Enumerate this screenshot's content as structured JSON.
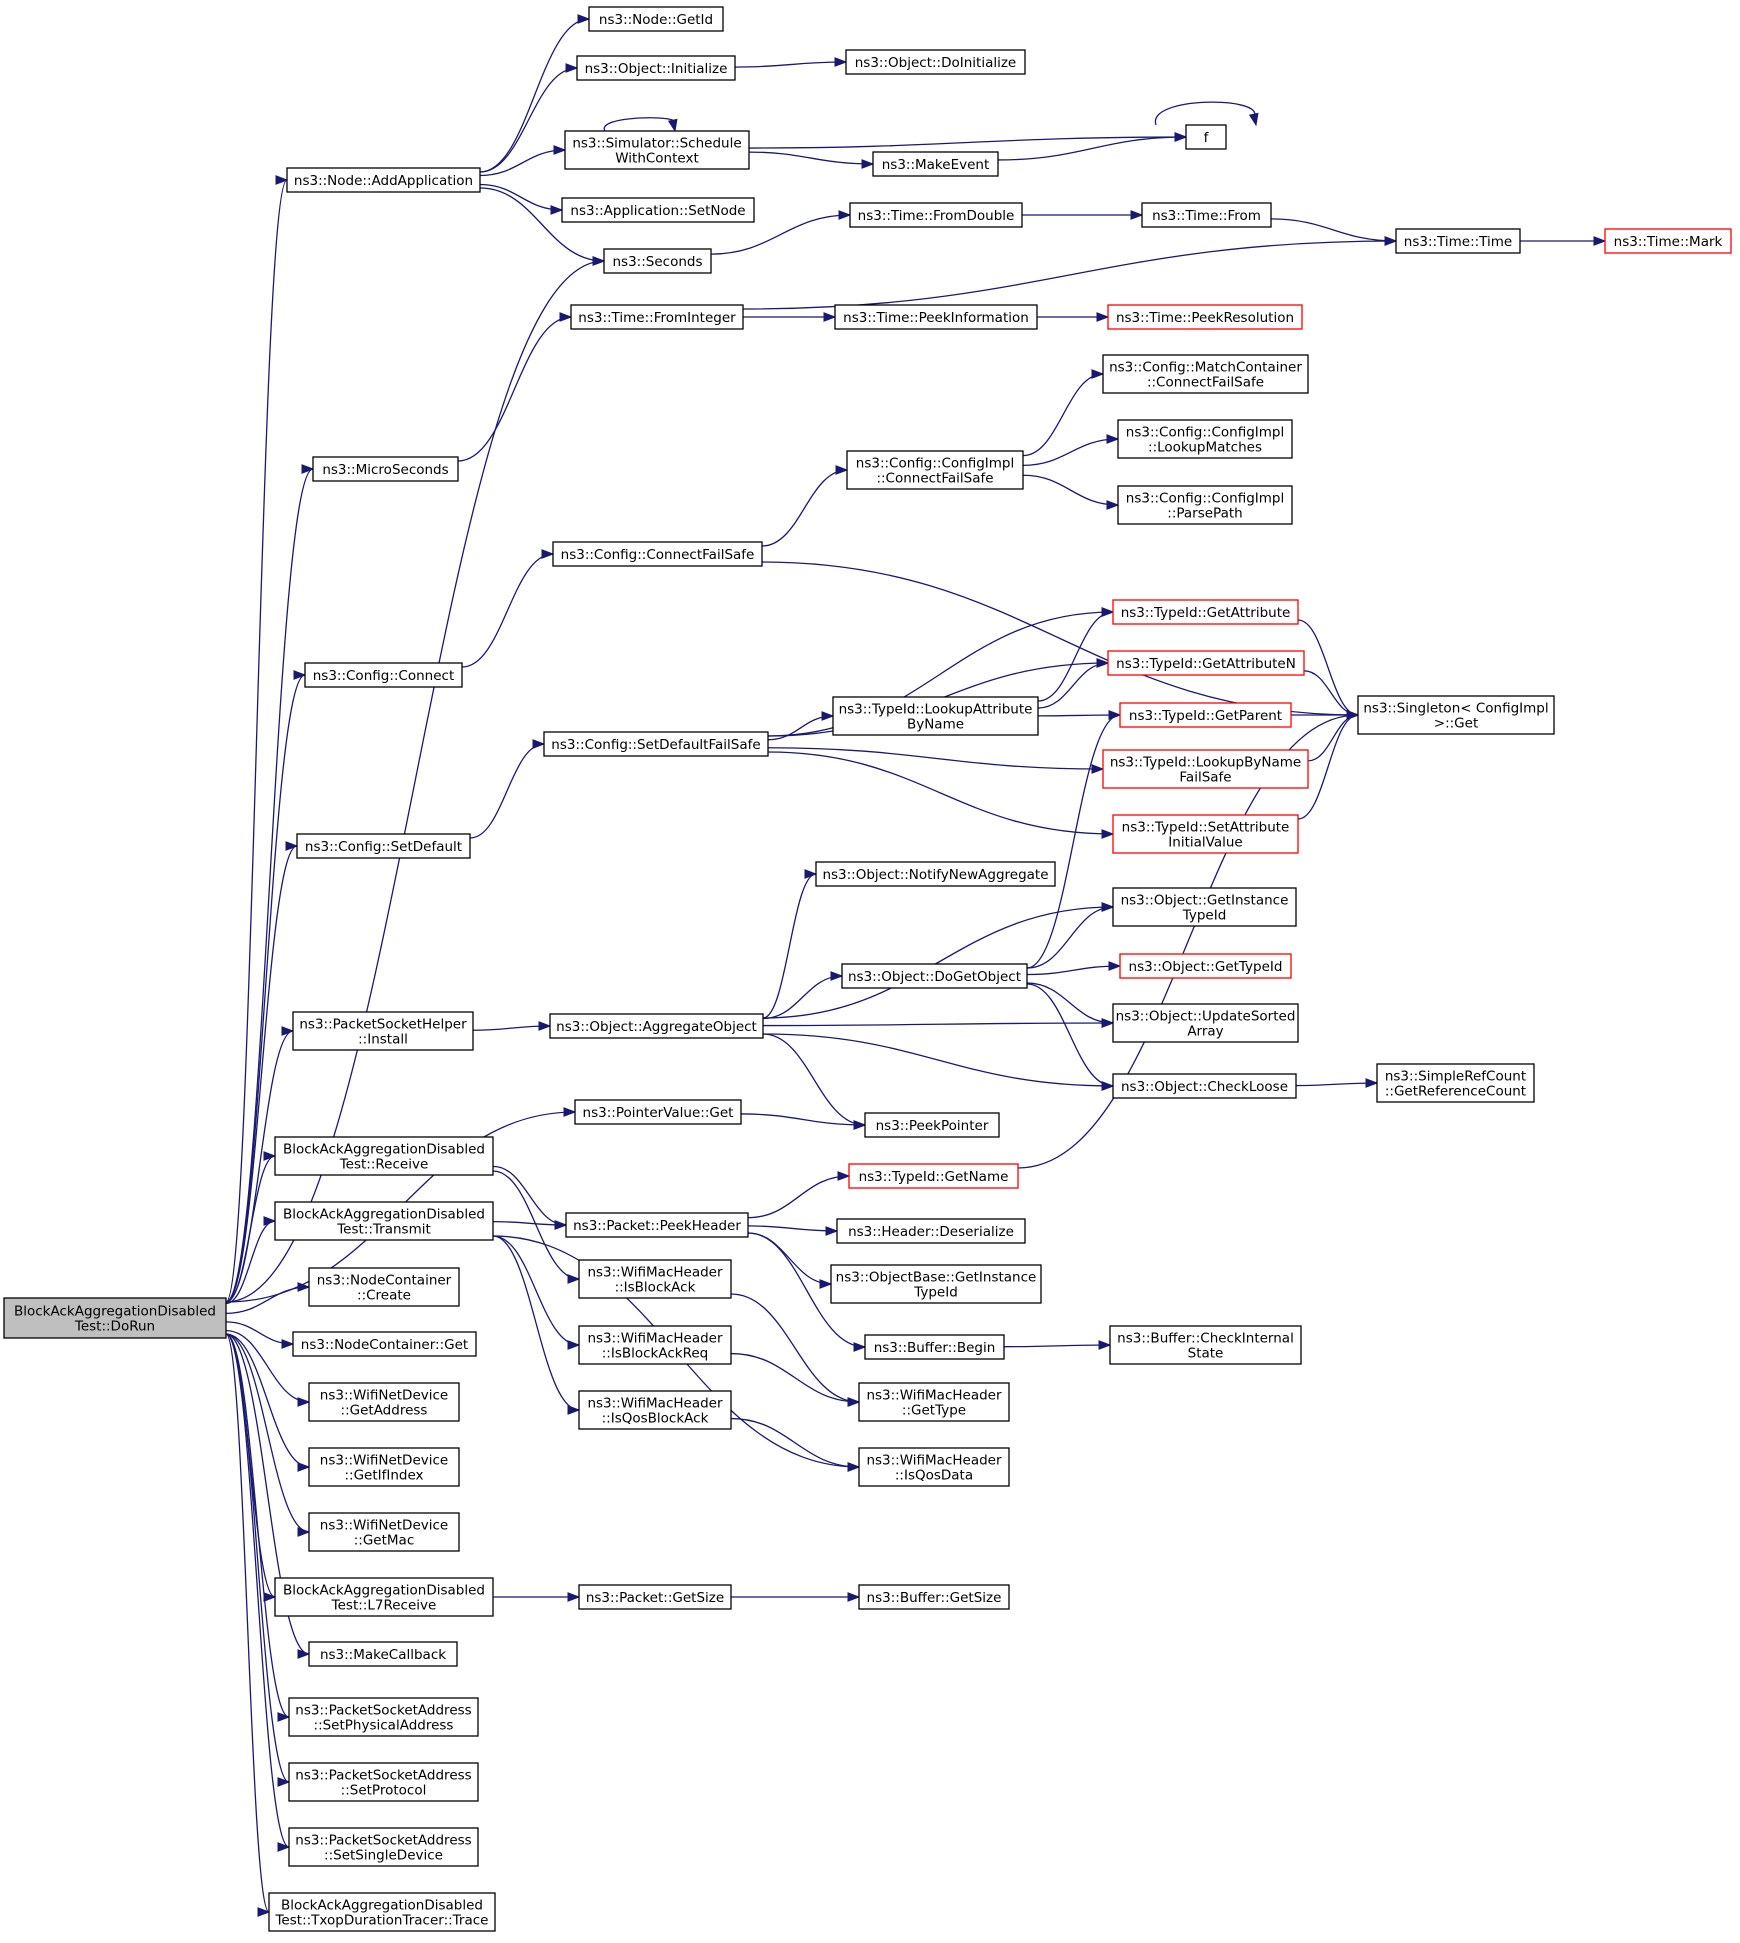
{
  "diagram": {
    "edge_color": "#191970",
    "truncated_node_color": "#ff0000",
    "root_fill": "#bfbfbf",
    "nodes": [
      {
        "id": "dorun",
        "lines": [
          "BlockAckAggregationDisabled",
          "Test::DoRun"
        ],
        "root": true
      },
      {
        "id": "addapp",
        "lines": [
          "ns3::Node::AddApplication"
        ]
      },
      {
        "id": "getid",
        "lines": [
          "ns3::Node::GetId"
        ]
      },
      {
        "id": "objinit",
        "lines": [
          "ns3::Object::Initialize"
        ]
      },
      {
        "id": "doinit",
        "lines": [
          "ns3::Object::DoInitialize"
        ]
      },
      {
        "id": "schedwc",
        "lines": [
          "ns3::Simulator::Schedule",
          "WithContext"
        ]
      },
      {
        "id": "f",
        "lines": [
          "f"
        ]
      },
      {
        "id": "makeevent",
        "lines": [
          "ns3::MakeEvent"
        ]
      },
      {
        "id": "setnode",
        "lines": [
          "ns3::Application::SetNode"
        ]
      },
      {
        "id": "seconds",
        "lines": [
          "ns3::Seconds"
        ]
      },
      {
        "id": "fromdouble",
        "lines": [
          "ns3::Time::FromDouble"
        ]
      },
      {
        "id": "timefrom",
        "lines": [
          "ns3::Time::From"
        ]
      },
      {
        "id": "timetime",
        "lines": [
          "ns3::Time::Time"
        ]
      },
      {
        "id": "timemark",
        "lines": [
          "ns3::Time::Mark"
        ],
        "red": true
      },
      {
        "id": "frominteger",
        "lines": [
          "ns3::Time::FromInteger"
        ]
      },
      {
        "id": "peekinfo",
        "lines": [
          "ns3::Time::PeekInformation"
        ]
      },
      {
        "id": "peekres",
        "lines": [
          "ns3::Time::PeekResolution"
        ],
        "red": true
      },
      {
        "id": "microseconds",
        "lines": [
          "ns3::MicroSeconds"
        ]
      },
      {
        "id": "matchcont",
        "lines": [
          "ns3::Config::MatchContainer",
          "::ConnectFailSafe"
        ]
      },
      {
        "id": "lookupmatches",
        "lines": [
          "ns3::Config::ConfigImpl",
          "::LookupMatches"
        ]
      },
      {
        "id": "cfgimplcfs",
        "lines": [
          "ns3::Config::ConfigImpl",
          "::ConnectFailSafe"
        ]
      },
      {
        "id": "parsepath",
        "lines": [
          "ns3::Config::ConfigImpl",
          "::ParsePath"
        ]
      },
      {
        "id": "cfgcfs",
        "lines": [
          "ns3::Config::ConnectFailSafe"
        ]
      },
      {
        "id": "cfgconnect",
        "lines": [
          "ns3::Config::Connect"
        ]
      },
      {
        "id": "getattr",
        "lines": [
          "ns3::TypeId::GetAttribute"
        ],
        "red": true
      },
      {
        "id": "getattrn",
        "lines": [
          "ns3::TypeId::GetAttributeN"
        ],
        "red": true
      },
      {
        "id": "singleton",
        "lines": [
          "ns3::Singleton< ConfigImpl",
          ">::Get"
        ]
      },
      {
        "id": "lookupattr",
        "lines": [
          "ns3::TypeId::LookupAttribute",
          "ByName"
        ]
      },
      {
        "id": "getparent",
        "lines": [
          "ns3::TypeId::GetParent"
        ],
        "red": true
      },
      {
        "id": "setdeffs",
        "lines": [
          "ns3::Config::SetDefaultFailSafe"
        ]
      },
      {
        "id": "lookupbyname",
        "lines": [
          "ns3::TypeId::LookupByName",
          "FailSafe"
        ],
        "red": true
      },
      {
        "id": "setattrinit",
        "lines": [
          "ns3::TypeId::SetAttribute",
          "InitialValue"
        ],
        "red": true
      },
      {
        "id": "setdefault",
        "lines": [
          "ns3::Config::SetDefault"
        ]
      },
      {
        "id": "notifyagg",
        "lines": [
          "ns3::Object::NotifyNewAggregate"
        ]
      },
      {
        "id": "getinsttid",
        "lines": [
          "ns3::Object::GetInstance",
          "TypeId"
        ]
      },
      {
        "id": "dogetobj",
        "lines": [
          "ns3::Object::DoGetObject"
        ]
      },
      {
        "id": "gettypeid",
        "lines": [
          "ns3::Object::GetTypeId"
        ],
        "red": true
      },
      {
        "id": "psinstall",
        "lines": [
          "ns3::PacketSocketHelper",
          "::Install"
        ]
      },
      {
        "id": "aggobj",
        "lines": [
          "ns3::Object::AggregateObject"
        ]
      },
      {
        "id": "updsorted",
        "lines": [
          "ns3::Object::UpdateSorted",
          "Array"
        ]
      },
      {
        "id": "checkloose",
        "lines": [
          "ns3::Object::CheckLoose"
        ]
      },
      {
        "id": "getrefcount",
        "lines": [
          "ns3::SimpleRefCount",
          "::GetReferenceCount"
        ]
      },
      {
        "id": "ptrget",
        "lines": [
          "ns3::PointerValue::Get"
        ]
      },
      {
        "id": "peekptr",
        "lines": [
          "ns3::PeekPointer"
        ]
      },
      {
        "id": "receive",
        "lines": [
          "BlockAckAggregationDisabled",
          "Test::Receive"
        ]
      },
      {
        "id": "getname",
        "lines": [
          "ns3::TypeId::GetName"
        ],
        "red": true
      },
      {
        "id": "transmit",
        "lines": [
          "BlockAckAggregationDisabled",
          "Test::Transmit"
        ]
      },
      {
        "id": "peekheader",
        "lines": [
          "ns3::Packet::PeekHeader"
        ]
      },
      {
        "id": "hdrdeser",
        "lines": [
          "ns3::Header::Deserialize"
        ]
      },
      {
        "id": "objbasetid",
        "lines": [
          "ns3::ObjectBase::GetInstance",
          "TypeId"
        ]
      },
      {
        "id": "isblockack",
        "lines": [
          "ns3::WifiMacHeader",
          "::IsBlockAck"
        ]
      },
      {
        "id": "nccreate",
        "lines": [
          "ns3::NodeContainer",
          "::Create"
        ]
      },
      {
        "id": "bufbegin",
        "lines": [
          "ns3::Buffer::Begin"
        ]
      },
      {
        "id": "bufcheck",
        "lines": [
          "ns3::Buffer::CheckInternal",
          "State"
        ]
      },
      {
        "id": "ncget",
        "lines": [
          "ns3::NodeContainer::Get"
        ]
      },
      {
        "id": "isblockackreq",
        "lines": [
          "ns3::WifiMacHeader",
          "::IsBlockAckReq"
        ]
      },
      {
        "id": "wmhgettype",
        "lines": [
          "ns3::WifiMacHeader",
          "::GetType"
        ]
      },
      {
        "id": "wndgetaddr",
        "lines": [
          "ns3::WifiNetDevice",
          "::GetAddress"
        ]
      },
      {
        "id": "isqosblockack",
        "lines": [
          "ns3::WifiMacHeader",
          "::IsQosBlockAck"
        ]
      },
      {
        "id": "wndgetif",
        "lines": [
          "ns3::WifiNetDevice",
          "::GetIfIndex"
        ]
      },
      {
        "id": "isqosdata",
        "lines": [
          "ns3::WifiMacHeader",
          "::IsQosData"
        ]
      },
      {
        "id": "wndgetmac",
        "lines": [
          "ns3::WifiNetDevice",
          "::GetMac"
        ]
      },
      {
        "id": "l7receive",
        "lines": [
          "BlockAckAggregationDisabled",
          "Test::L7Receive"
        ]
      },
      {
        "id": "pktgetsize",
        "lines": [
          "ns3::Packet::GetSize"
        ]
      },
      {
        "id": "bufgetsize",
        "lines": [
          "ns3::Buffer::GetSize"
        ]
      },
      {
        "id": "makecallback",
        "lines": [
          "ns3::MakeCallback"
        ]
      },
      {
        "id": "psasetphys",
        "lines": [
          "ns3::PacketSocketAddress",
          "::SetPhysicalAddress"
        ]
      },
      {
        "id": "psasetproto",
        "lines": [
          "ns3::PacketSocketAddress",
          "::SetProtocol"
        ]
      },
      {
        "id": "psasetsingle",
        "lines": [
          "ns3::PacketSocketAddress",
          "::SetSingleDevice"
        ]
      },
      {
        "id": "txoptrace",
        "lines": [
          "BlockAckAggregationDisabled",
          "Test::TxopDurationTracer::Trace"
        ]
      }
    ],
    "edges": [
      [
        "dorun",
        "addapp"
      ],
      [
        "dorun",
        "seconds"
      ],
      [
        "dorun",
        "microseconds"
      ],
      [
        "dorun",
        "cfgconnect"
      ],
      [
        "dorun",
        "setdefault"
      ],
      [
        "dorun",
        "psinstall"
      ],
      [
        "dorun",
        "ptrget"
      ],
      [
        "dorun",
        "receive"
      ],
      [
        "dorun",
        "transmit"
      ],
      [
        "dorun",
        "nccreate"
      ],
      [
        "dorun",
        "ncget"
      ],
      [
        "dorun",
        "wndgetaddr"
      ],
      [
        "dorun",
        "wndgetif"
      ],
      [
        "dorun",
        "wndgetmac"
      ],
      [
        "dorun",
        "l7receive"
      ],
      [
        "dorun",
        "makecallback"
      ],
      [
        "dorun",
        "psasetphys"
      ],
      [
        "dorun",
        "psasetproto"
      ],
      [
        "dorun",
        "psasetsingle"
      ],
      [
        "dorun",
        "txoptrace"
      ],
      [
        "addapp",
        "getid"
      ],
      [
        "addapp",
        "objinit"
      ],
      [
        "addapp",
        "schedwc"
      ],
      [
        "addapp",
        "setnode"
      ],
      [
        "addapp",
        "seconds"
      ],
      [
        "objinit",
        "doinit"
      ],
      [
        "schedwc",
        "schedwc"
      ],
      [
        "schedwc",
        "f"
      ],
      [
        "schedwc",
        "makeevent"
      ],
      [
        "makeevent",
        "f"
      ],
      [
        "f",
        "f"
      ],
      [
        "seconds",
        "fromdouble"
      ],
      [
        "fromdouble",
        "timefrom"
      ],
      [
        "timefrom",
        "timetime"
      ],
      [
        "timetime",
        "timemark"
      ],
      [
        "frominteger",
        "timetime"
      ],
      [
        "frominteger",
        "peekinfo"
      ],
      [
        "peekinfo",
        "peekres"
      ],
      [
        "microseconds",
        "frominteger"
      ],
      [
        "cfgconnect",
        "cfgcfs"
      ],
      [
        "cfgcfs",
        "cfgimplcfs"
      ],
      [
        "cfgcfs",
        "singleton"
      ],
      [
        "cfgimplcfs",
        "matchcont"
      ],
      [
        "cfgimplcfs",
        "lookupmatches"
      ],
      [
        "cfgimplcfs",
        "parsepath"
      ],
      [
        "setdefault",
        "setdeffs"
      ],
      [
        "setdeffs",
        "getattr"
      ],
      [
        "setdeffs",
        "getattrn"
      ],
      [
        "setdeffs",
        "lookupattr"
      ],
      [
        "setdeffs",
        "lookupbyname"
      ],
      [
        "setdeffs",
        "setattrinit"
      ],
      [
        "lookupattr",
        "getattr"
      ],
      [
        "lookupattr",
        "getattrn"
      ],
      [
        "lookupattr",
        "getparent"
      ],
      [
        "getattr",
        "singleton"
      ],
      [
        "getattrn",
        "singleton"
      ],
      [
        "getparent",
        "singleton"
      ],
      [
        "lookupbyname",
        "singleton"
      ],
      [
        "setattrinit",
        "singleton"
      ],
      [
        "psinstall",
        "aggobj"
      ],
      [
        "aggobj",
        "notifyagg"
      ],
      [
        "aggobj",
        "getinsttid"
      ],
      [
        "aggobj",
        "dogetobj"
      ],
      [
        "aggobj",
        "updsorted"
      ],
      [
        "aggobj",
        "checkloose"
      ],
      [
        "aggobj",
        "peekptr"
      ],
      [
        "dogetobj",
        "getparent"
      ],
      [
        "dogetobj",
        "getinsttid"
      ],
      [
        "dogetobj",
        "gettypeid"
      ],
      [
        "dogetobj",
        "updsorted"
      ],
      [
        "dogetobj",
        "checkloose"
      ],
      [
        "checkloose",
        "getrefcount"
      ],
      [
        "ptrget",
        "peekptr"
      ],
      [
        "getname",
        "singleton"
      ],
      [
        "receive",
        "peekheader"
      ],
      [
        "receive",
        "isblockack"
      ],
      [
        "transmit",
        "peekheader"
      ],
      [
        "transmit",
        "isblockackreq"
      ],
      [
        "transmit",
        "isqosblockack"
      ],
      [
        "transmit",
        "isqosdata"
      ],
      [
        "peekheader",
        "getname"
      ],
      [
        "peekheader",
        "hdrdeser"
      ],
      [
        "peekheader",
        "objbasetid"
      ],
      [
        "peekheader",
        "bufbegin"
      ],
      [
        "bufbegin",
        "bufcheck"
      ],
      [
        "isblockack",
        "wmhgettype"
      ],
      [
        "isblockackreq",
        "wmhgettype"
      ],
      [
        "isqosblockack",
        "isqosdata"
      ],
      [
        "l7receive",
        "pktgetsize"
      ],
      [
        "pktgetsize",
        "bufgetsize"
      ]
    ]
  }
}
